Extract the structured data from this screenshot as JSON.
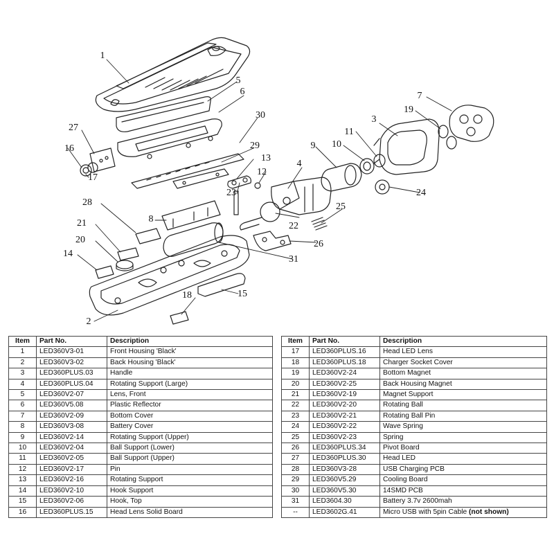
{
  "diagram": {
    "callouts": [
      "1",
      "2",
      "3",
      "4",
      "5",
      "6",
      "7",
      "8",
      "9",
      "10",
      "11",
      "12",
      "13",
      "14",
      "15",
      "16",
      "17",
      "18",
      "19",
      "20",
      "21",
      "22",
      "23",
      "24",
      "25",
      "26",
      "27",
      "28",
      "29",
      "30",
      "31"
    ]
  },
  "table": {
    "headers": {
      "item": "Item",
      "part": "Part No.",
      "desc": "Description"
    },
    "left_rows": [
      {
        "item": "1",
        "part": "LED360V3-01",
        "desc": "Front Housing 'Black'"
      },
      {
        "item": "2",
        "part": "LED360V3-02",
        "desc": "Back Housing 'Black'"
      },
      {
        "item": "3",
        "part": "LED360PLUS.03",
        "desc": "Handle"
      },
      {
        "item": "4",
        "part": "LED360PLUS.04",
        "desc": "Rotating Support (Large)"
      },
      {
        "item": "5",
        "part": "LED360V2-07",
        "desc": "Lens, Front"
      },
      {
        "item": "6",
        "part": "LED360V5.08",
        "desc": "Plastic Reflector"
      },
      {
        "item": "7",
        "part": "LED360V2-09",
        "desc": "Bottom Cover"
      },
      {
        "item": "8",
        "part": "LED360V3-08",
        "desc": "Battery Cover"
      },
      {
        "item": "9",
        "part": "LED360V2-14",
        "desc": "Rotating Support (Upper)"
      },
      {
        "item": "10",
        "part": "LED360V2-04",
        "desc": "Ball Support (Lower)"
      },
      {
        "item": "11",
        "part": "LED360V2-05",
        "desc": "Ball Support (Upper)"
      },
      {
        "item": "12",
        "part": "LED360V2-17",
        "desc": "Pin"
      },
      {
        "item": "13",
        "part": "LED360V2-16",
        "desc": "Rotating Support"
      },
      {
        "item": "14",
        "part": "LED360V2-10",
        "desc": "Hook Support"
      },
      {
        "item": "15",
        "part": "LED360V2-06",
        "desc": "Hook, Top"
      },
      {
        "item": "16",
        "part": "LED360PLUS.15",
        "desc": "Head Lens Solid Board"
      }
    ],
    "right_rows": [
      {
        "item": "17",
        "part": "LED360PLUS.16",
        "desc": "Head LED Lens"
      },
      {
        "item": "18",
        "part": "LED360PLUS.18",
        "desc": "Charger Socket Cover"
      },
      {
        "item": "19",
        "part": "LED360V2-24",
        "desc": "Bottom Magnet"
      },
      {
        "item": "20",
        "part": "LED360V2-25",
        "desc": "Back Housing Magnet"
      },
      {
        "item": "21",
        "part": "LED360V2-19",
        "desc": "Magnet Support"
      },
      {
        "item": "22",
        "part": "LED360V2-20",
        "desc": "Rotating Ball"
      },
      {
        "item": "23",
        "part": "LED360V2-21",
        "desc": "Rotating Ball Pin"
      },
      {
        "item": "24",
        "part": "LED360V2-22",
        "desc": "Wave Spring"
      },
      {
        "item": "25",
        "part": "LED360V2-23",
        "desc": "Spring"
      },
      {
        "item": "26",
        "part": "LED360PLUS.34",
        "desc": "Pivot Board"
      },
      {
        "item": "27",
        "part": "LED360PLUS.30",
        "desc": "Head LED"
      },
      {
        "item": "28",
        "part": "LED360V3-28",
        "desc": "USB Charging PCB"
      },
      {
        "item": "29",
        "part": "LED360V5.29",
        "desc": "Cooling Board"
      },
      {
        "item": "30",
        "part": "LED360V5.30",
        "desc": "14SMD PCB"
      },
      {
        "item": "31",
        "part": "LED3604.30",
        "desc": "Battery 3.7v 2600mah"
      },
      {
        "item": "--",
        "part": "LED3602G.41",
        "desc": "Micro USB with 5pin Cable",
        "desc_bold": "(not shown)"
      }
    ]
  }
}
